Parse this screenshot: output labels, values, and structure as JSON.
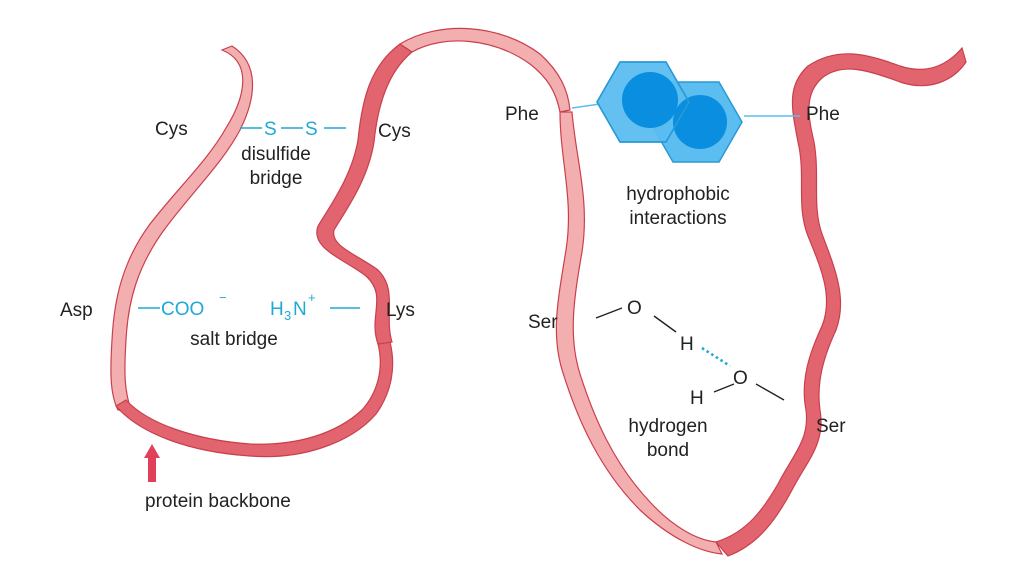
{
  "colors": {
    "backbone_light": "#f3aeb0",
    "backbone_dark": "#e0606b",
    "backbone_edge": "#c9404d",
    "chem_text": "#1fa9d6",
    "ring_fill": "#5bbdf0",
    "ring_edge": "#2a9ad6",
    "ring_core": "#0a8ee0",
    "arrow": "#e0405a",
    "label_text": "#222222"
  },
  "residues": {
    "cys_left": "Cys",
    "cys_right": "Cys",
    "asp": "Asp",
    "lys": "Lys",
    "phe_left": "Phe",
    "phe_right": "Phe",
    "ser_left": "Ser",
    "ser_right": "Ser"
  },
  "bonds": {
    "disulfide": {
      "s1": "S",
      "s2": "S",
      "caption_line1": "disulfide",
      "caption_line2": "bridge"
    },
    "salt": {
      "carboxylate": "COO",
      "carboxylate_charge": "−",
      "ammonium_h": "H",
      "ammonium_sub": "3",
      "ammonium_n": "N",
      "ammonium_charge": "+",
      "caption": "salt bridge"
    },
    "hydrophobic": {
      "caption_line1": "hydrophobic",
      "caption_line2": "interactions"
    },
    "hydrogen": {
      "o1": "O",
      "h1": "H",
      "o2": "O",
      "h2": "H",
      "caption_line1": "hydrogen",
      "caption_line2": "bond"
    }
  },
  "backbone_label": "protein backbone",
  "icons": {
    "arrow": "up-arrow-icon",
    "rings": "benzene-ring-icon"
  }
}
